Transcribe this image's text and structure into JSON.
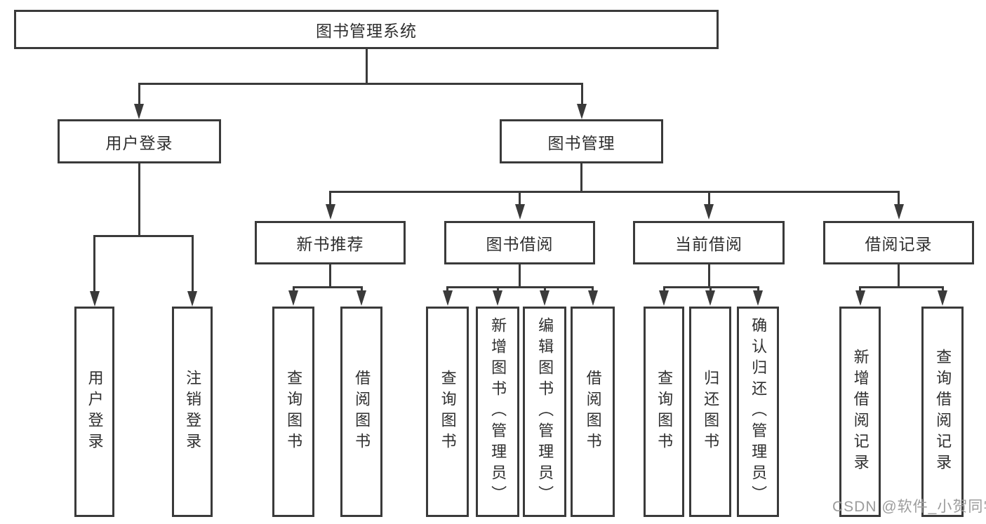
{
  "diagram": {
    "title": "图书管理系统",
    "type_hint": "hierarchical function-structure chart",
    "tree": {
      "root": {
        "label": "图书管理系统"
      },
      "children": [
        {
          "label": "用户登录",
          "children": [
            {
              "label": "用户登录"
            },
            {
              "label": "注销登录"
            }
          ]
        },
        {
          "label": "图书管理",
          "children": [
            {
              "label": "新书推荐",
              "children": [
                {
                  "label": "查询图书"
                },
                {
                  "label": "借阅图书"
                }
              ]
            },
            {
              "label": "图书借阅",
              "children": [
                {
                  "label": "查询图书"
                },
                {
                  "label": "新增图书（管理员）"
                },
                {
                  "label": "编辑图书（管理员）"
                },
                {
                  "label": "借阅图书"
                }
              ]
            },
            {
              "label": "当前借阅",
              "children": [
                {
                  "label": "查询图书"
                },
                {
                  "label": "归还图书"
                },
                {
                  "label": "确认归还（管理员）"
                }
              ]
            },
            {
              "label": "借阅记录",
              "children": [
                {
                  "label": "新增借阅记录"
                },
                {
                  "label": "查询借阅记录"
                }
              ]
            }
          ]
        }
      ]
    },
    "watermark": {
      "text": "CSDN @软件_小贺同学"
    },
    "colors": {
      "line": "#3a3a3a",
      "text": "#2f2f2f",
      "background": "#ffffff",
      "watermark": "#9c9c9c"
    }
  }
}
